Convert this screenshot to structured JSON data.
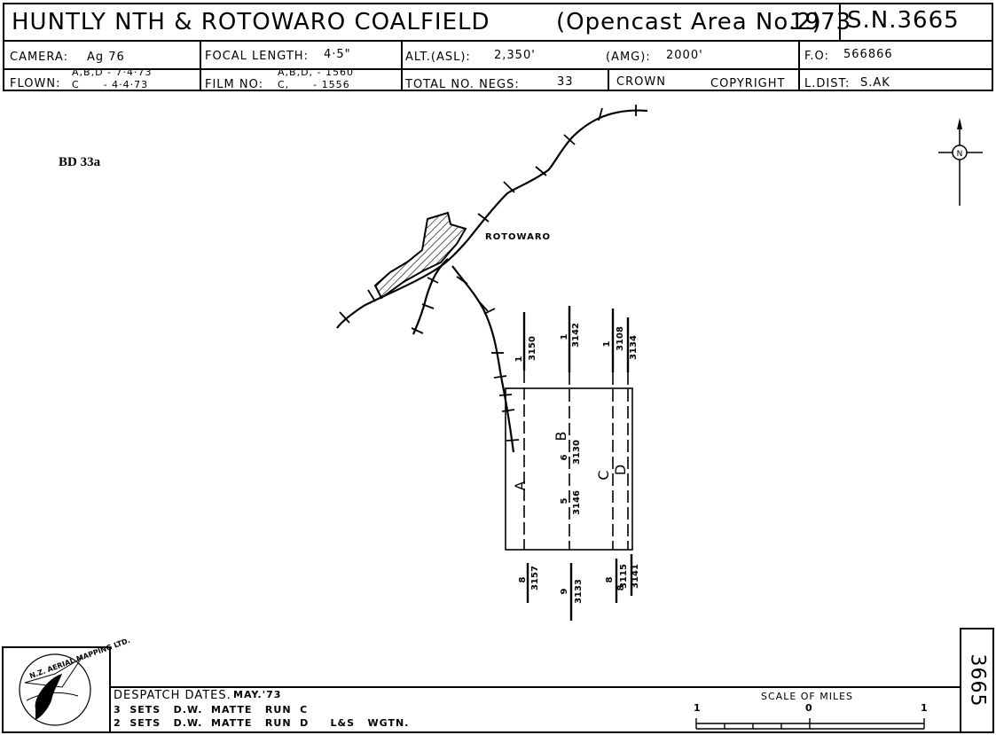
{
  "header": {
    "title_place": "HUNTLY  NTH  &  ROTOWARO  COALFIELD",
    "title_area": "(Opencast  Area  No.2)",
    "title_year": "1973",
    "survey_number": "S.N.3665",
    "camera_label": "CAMERA:",
    "camera_value": "Ag 76",
    "focal_label": "FOCAL  LENGTH:",
    "focal_value": "4·5\"",
    "alt_label": "ALT.(ASL):",
    "alt_value": "2,350'",
    "amg_label": "(AMG):",
    "amg_value": "2000'",
    "fo_label": "F.O:",
    "fo_value": "566866",
    "flown_label": "FLOWN:",
    "flown_line1": "A,B,D - 7·4·73",
    "flown_line2": "C      - 4·4·73",
    "film_label": "FILM  NO:",
    "film_line1": "A,B,D,  - 1560",
    "film_line2": "C,      - 1556",
    "negs_label": "TOTAL  NO.  NEGS:",
    "negs_value": "33",
    "crown": "CROWN",
    "copyright": "COPYRIGHT",
    "ldist_label": "L.DIST:",
    "ldist_value": "S.AK"
  },
  "map": {
    "sheet_ref": "BD 33a",
    "place_label": "ROTOWARO",
    "north_label": "N",
    "runs": {
      "A": {
        "label": "A",
        "top_start": "1",
        "top_end": "3150",
        "bottom_start": "8",
        "bottom_end": "3157"
      },
      "B": {
        "label": "B",
        "top_start": "1",
        "top_end": "3142",
        "mid1_start": "6",
        "mid1_end": "3130",
        "mid2_start": "5",
        "mid2_end": "3146",
        "bottom_start": "9",
        "bottom_end": "3133"
      },
      "C": {
        "label": "C",
        "top_start": "1",
        "top_end": "3108",
        "bottom_start": "8",
        "bottom_end": "3115"
      },
      "D": {
        "label": "D",
        "top_end": "3134",
        "bottom_start": "8",
        "bottom_end": "3141"
      }
    }
  },
  "footer": {
    "logo_text": "N.Z. AERIAL MAPPING LTD.",
    "despatch_label": "DESPATCH  DATES.",
    "despatch_date": "MAY.'73",
    "line1": "3  SETS   D.W.  MATTE   RUN  C",
    "line2": "2  SETS   D.W.  MATTE   RUN  D     L&S   WGTN.",
    "scale_label": "SCALE  OF  MILES",
    "scale_left": "1",
    "scale_zero": "0",
    "scale_right": "1",
    "sheet_number": "3665"
  }
}
